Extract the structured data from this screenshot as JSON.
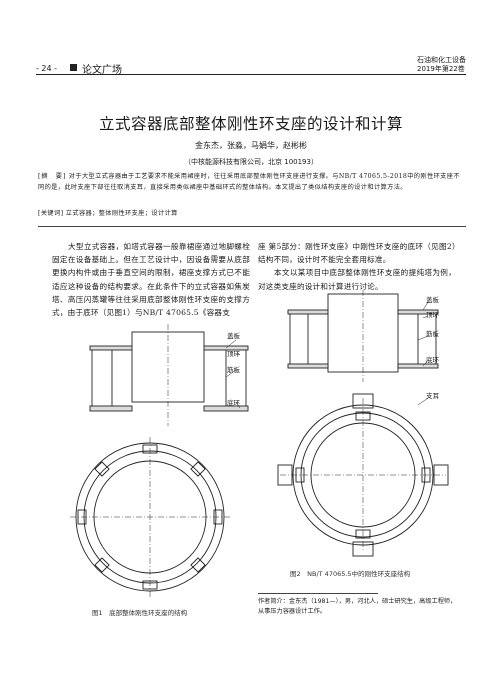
{
  "header": {
    "page_number": "- 24 -",
    "section": "论文广场",
    "journal_name": "石油和化工设备",
    "journal_issue": "2019年第22卷"
  },
  "article": {
    "title": "立式容器底部整体刚性环支座的设计和计算",
    "authors": "金东杰，张淼，马娟华，赵彬彬",
    "affiliation": "（中核能源科技有限公司，北京 100193）",
    "abstract_label": "[摘　要]",
    "abstract_text": "对于大型立式容器由于工艺要求不能采用裙座时，往往采用底部整体刚性环支座进行支撑。与NB/T 47065.5-2018中的刚性环支座不同的是，此时支座下部往往取消支耳，直接采用类似裙座中基础环式的整体结构。本文提出了类似结构支座的设计和计算方法。",
    "keywords_label": "[关键词]",
    "keywords_text": "立式容器；整体刚性环支座；设计计算"
  },
  "body": {
    "left_paragraph": "大型立式容器，如塔式容器一般靠裙座通过地脚螺栓固定在设备基础上。但在工艺设计中，因设备需要从底部更换内构件或由于垂直空间的限制，裙座支撑方式已不能适应这种设备的结构要求。在此条件下的立式容器如焦炭塔、高压闪蒸罐等往往采用底部整体刚性环支座的支撑方式，由于底环（见图1）与NB/T 47065.5《容器支",
    "right_paragraph_1": "座 第5部分：刚性环支座》中刚性环支座的底环（见图2）结构不同，设计时不能完全套用标准。",
    "right_paragraph_2": "本文以某项目中底部整体刚性环支座的提纯塔为例，对这类支座的设计和计算进行讨论。"
  },
  "figure1": {
    "labels": {
      "top_plate": "盖板",
      "top_ring": "顶环",
      "rib": "筋板",
      "bottom_ring": "底环"
    },
    "caption": "图1　底部整体刚性环支座的结构"
  },
  "figure2": {
    "labels": {
      "top_plate": "盖板",
      "top_ring": "顶环",
      "rib": "筋板",
      "bottom_ring": "底环",
      "lug": "支耳"
    },
    "caption": "图2　NB/T 47065.5中的刚性环支座结构"
  },
  "author_bio": {
    "text": "作者简介：金东杰（1981—），男，河北人，硕士研究生，高级工程师，从事压力容器设计工作。"
  }
}
